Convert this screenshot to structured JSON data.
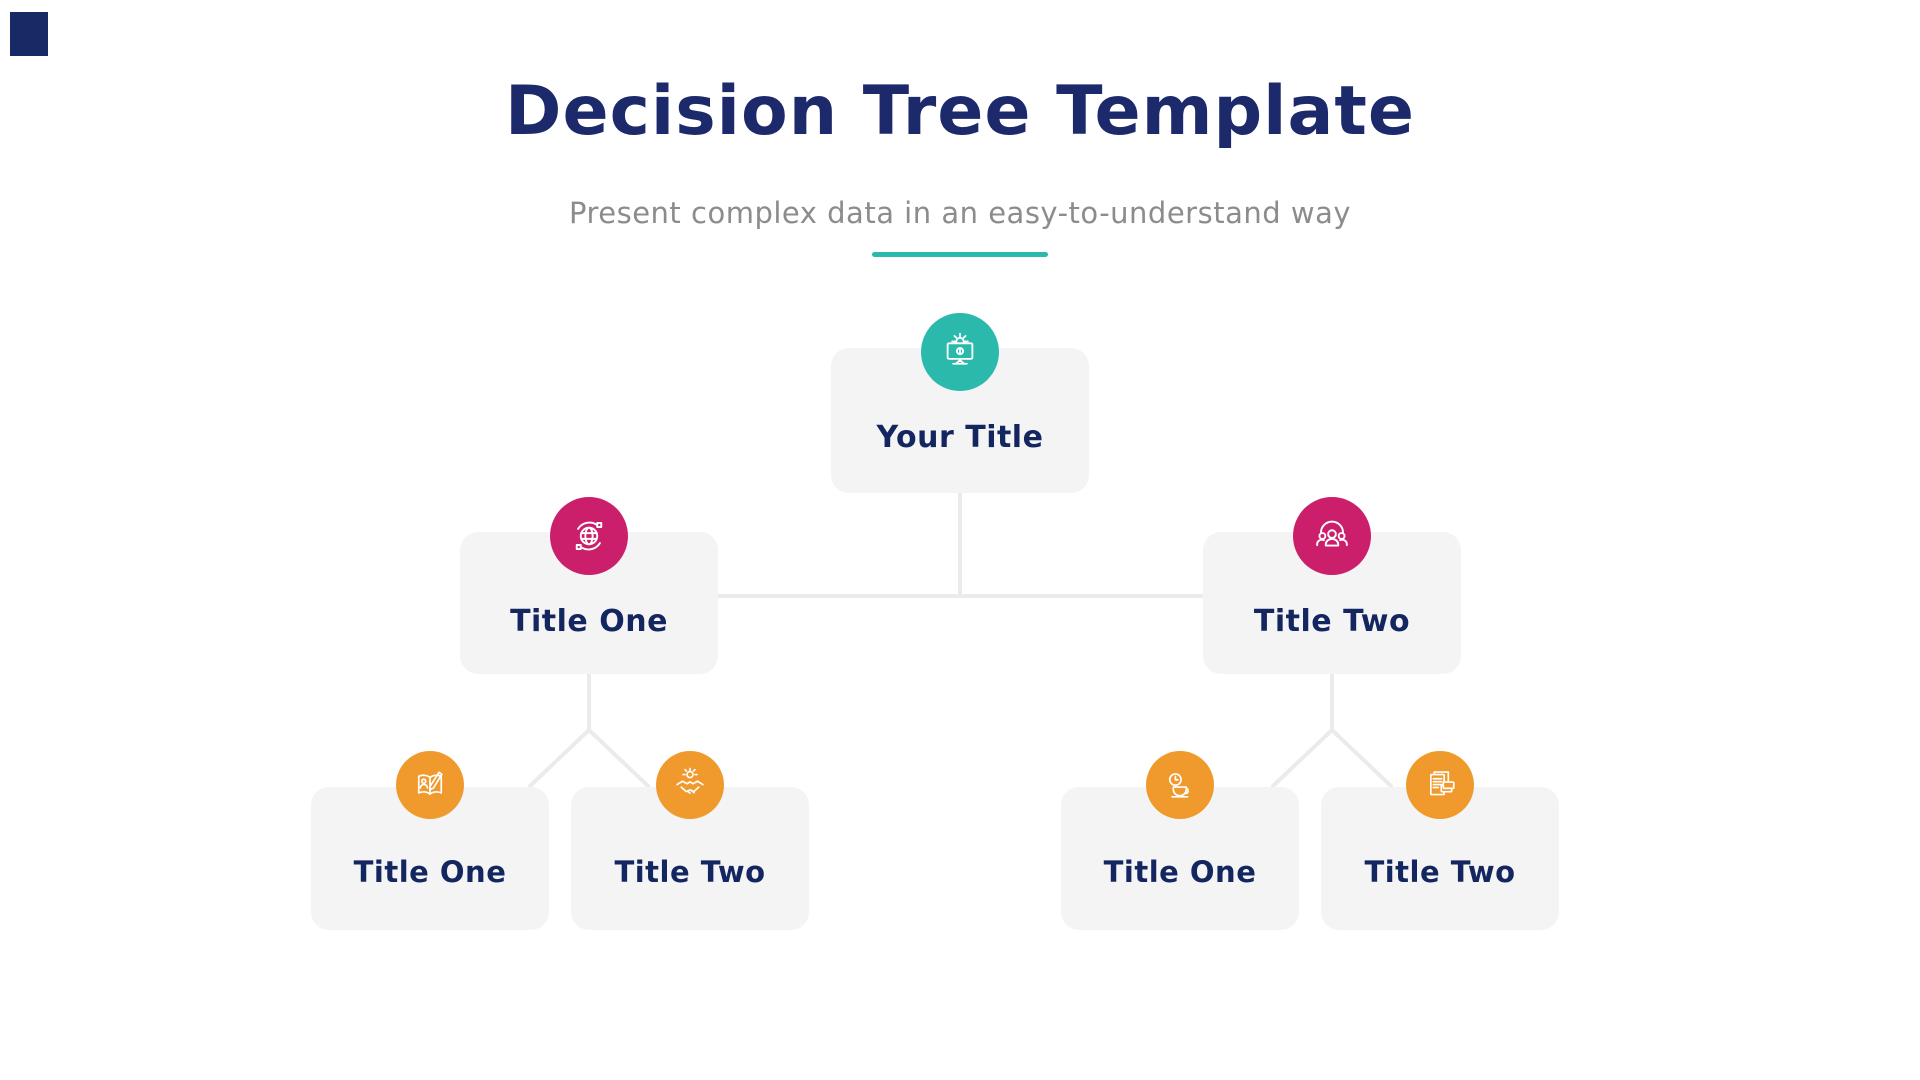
{
  "page": {
    "title": "Decision Tree Template",
    "subtitle": "Present complex data in an easy-to-understand way"
  },
  "colors": {
    "title_navy": "#1c2a6b",
    "label_navy": "#14265f",
    "subtitle_gray": "#8c8c8c",
    "accent_teal": "#2ab9ab",
    "badge_pink": "#cc1f6b",
    "badge_orange": "#f09a2d",
    "card_background": "#f4f4f5",
    "connector_gray": "#ebebee"
  },
  "tree": {
    "root": {
      "label": "Your Title",
      "icon": "monitor-gear-icon",
      "badge_color": "#2ab9ab"
    },
    "level1": [
      {
        "label": "Title One",
        "icon": "globe-sync-icon",
        "badge_color": "#cc1f6b"
      },
      {
        "label": "Title Two",
        "icon": "people-group-icon",
        "badge_color": "#cc1f6b"
      }
    ],
    "level2": [
      {
        "label": "Title One",
        "icon": "book-author-icon",
        "badge_color": "#f09a2d",
        "parent": "Title One"
      },
      {
        "label": "Title Two",
        "icon": "handshake-gear-icon",
        "badge_color": "#f09a2d",
        "parent": "Title One"
      },
      {
        "label": "Title One",
        "icon": "coffee-clock-icon",
        "badge_color": "#f09a2d",
        "parent": "Title Two"
      },
      {
        "label": "Title Two",
        "icon": "documents-cards-icon",
        "badge_color": "#f09a2d",
        "parent": "Title Two"
      }
    ]
  }
}
